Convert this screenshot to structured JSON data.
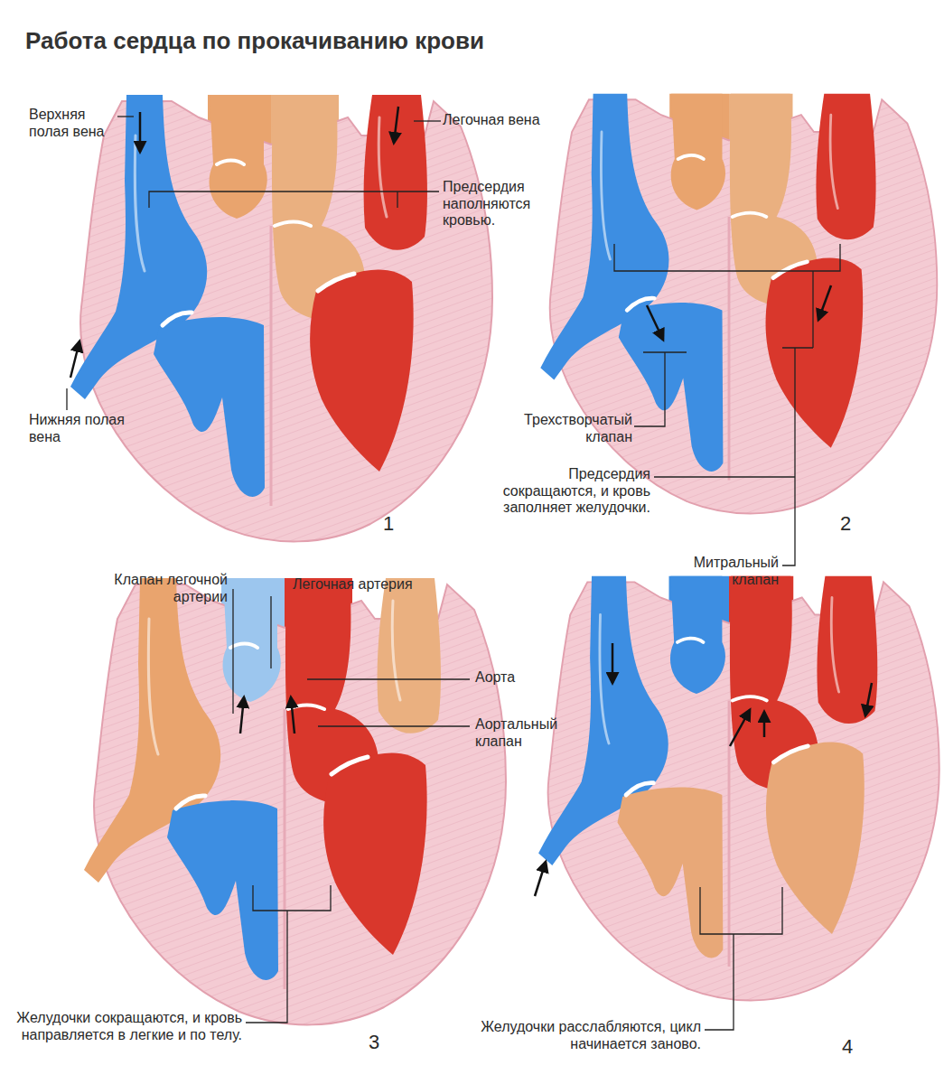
{
  "diagram": {
    "title": "Работа сердца по прокачиванию крови",
    "labels": [
      "Верхняя полая вена",
      "Легочная вена",
      "Предсердия наполняются кровью.",
      "Нижняя полая вена",
      "1",
      "Трехстворчатый клапан",
      "Предсердия сокращаются, и кровь заполняет желудочки.",
      "2",
      "Митральный клапан",
      "Клапан легочной артерии",
      "Легочная артерия",
      "Аорта",
      "Аортальный клапан",
      "Желудочки сокращаются, и кровь направляется в легкие и по телу.",
      "3",
      "Желудочки расслабляются, цикл начинается заново.",
      "4"
    ]
  }
}
